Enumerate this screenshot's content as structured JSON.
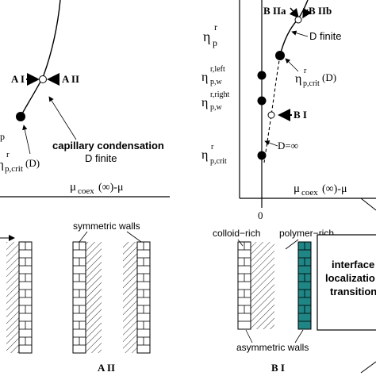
{
  "left_panel": {
    "label_a1": "A I",
    "label_a2": "A II",
    "capillary_title": "capillary condensation",
    "capillary_sub": "D finite",
    "crit_eta": "η",
    "crit_sup": "r",
    "crit_sub": "p,crit",
    "crit_arg": "(D)",
    "partial_p": "p",
    "x_axis_mu": "μ",
    "x_axis_sub": "coex",
    "x_axis_rest": "(∞)-μ"
  },
  "right_panel": {
    "y_axis_eta": "η",
    "y_axis_sup": "r",
    "y_axis_sub": "p",
    "label_b2a": "B IIa",
    "label_b2b": "B IIb",
    "d_finite": "D finite",
    "eta_left_sup": "r,left",
    "eta_left_sub": "p,w",
    "eta_right_sup": "r,right",
    "eta_right_sub": "p,w",
    "eta_crit_sup": "r",
    "eta_crit_sub": "p,crit",
    "crit_d_sup": "r",
    "crit_d_sub": "p,crit",
    "crit_d_arg": "(D)",
    "label_b1": "B I",
    "d_infinity": "D=∞",
    "x_axis_rest": "(∞)-μ",
    "x_zero": "0"
  },
  "bottom": {
    "symmetric_walls": "symmetric walls",
    "colloid_rich": "colloid−rich",
    "polymer_rich": "polymer−rich",
    "asymmetric_walls": "asymmetric walls",
    "caption_a2": "A II",
    "caption_b1": "B I",
    "interface_l1": "interface",
    "interface_l2": "localizatio",
    "interface_l3": "transition"
  },
  "colors": {
    "teal": "#1f8585",
    "black": "#000000"
  }
}
